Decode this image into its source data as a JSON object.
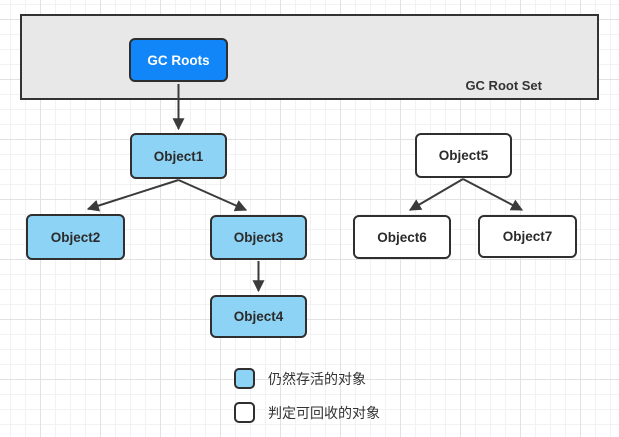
{
  "diagram": {
    "root_set_label": "GC Root Set",
    "nodes": {
      "gc_roots": {
        "label": "GC Roots",
        "type": "root"
      },
      "object1": {
        "label": "Object1",
        "type": "alive"
      },
      "object2": {
        "label": "Object2",
        "type": "alive"
      },
      "object3": {
        "label": "Object3",
        "type": "alive"
      },
      "object4": {
        "label": "Object4",
        "type": "alive"
      },
      "object5": {
        "label": "Object5",
        "type": "recyclable"
      },
      "object6": {
        "label": "Object6",
        "type": "recyclable"
      },
      "object7": {
        "label": "Object7",
        "type": "recyclable"
      }
    },
    "edges": [
      {
        "from": "gc_roots",
        "to": "object1"
      },
      {
        "from": "object1",
        "to": "object2"
      },
      {
        "from": "object1",
        "to": "object3"
      },
      {
        "from": "object3",
        "to": "object4"
      },
      {
        "from": "object5",
        "to": "object6"
      },
      {
        "from": "object5",
        "to": "object7"
      }
    ],
    "legend": {
      "alive": {
        "label": "仍然存活的对象"
      },
      "recyclable": {
        "label": "判定可回收的对象"
      }
    },
    "colors": {
      "root_fill": "#1186F8",
      "alive_fill": "#8DD3F5",
      "recyclable_fill": "#FFFFFF",
      "container_fill": "#E8E8E8",
      "stroke": "#333333"
    }
  }
}
